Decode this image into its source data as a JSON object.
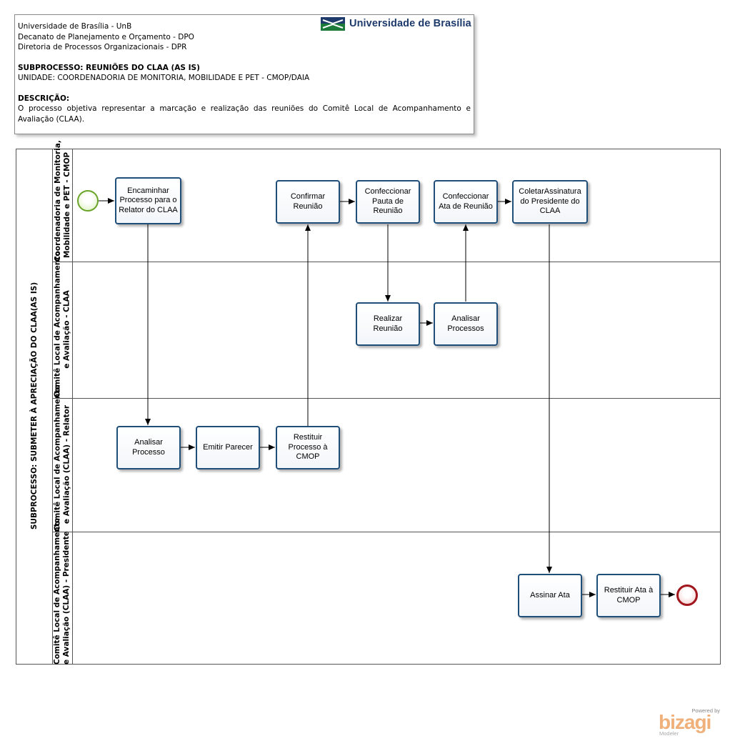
{
  "header": {
    "lines": [
      "Universidade de Brasília - UnB",
      "Decanato de Planejamento e Orçamento - DPO",
      "Diretoria de Processos Organizacionais - DPR"
    ],
    "subprocess_title": "SUBPROCESSO: REUNIÕES DO CLAA (AS IS)",
    "unit": "UNIDADE: COORDENADORIA DE MONITORIA, MOBILIDADE E PET - CMOP/DAIA",
    "description_label": "DESCRIÇÃO:",
    "description": "O processo objetiva representar a marcação e realização das reuniões do Comitê Local de Acompanhamento e Avaliação (CLAA).",
    "logo_text": "Universidade de Brasília"
  },
  "pool": {
    "title": "SUBPROCESSO: SUBMETER À APRECIAÇÃO DO CLAA(AS IS)"
  },
  "lanes": [
    {
      "line1": "Coordenadoria de Monitoria,",
      "line2": "Mobilidade e PET - CMOP"
    },
    {
      "line1": "Comitê Local de Acompanhamento",
      "line2": "e Avaliação - CLAA"
    },
    {
      "line1": "Comitê Local de Acompanhamento",
      "line2": "e Avaliação (CLAA) - Relator"
    },
    {
      "line1": "Comitê Local de Acompanhamento",
      "line2": "e Avaliação (CLAA) - Presidente"
    }
  ],
  "tasks": {
    "encaminhar": "Encaminhar Processo para o Relator do CLAA",
    "confirmar": "Confirmar Reunião",
    "confeccionar_pauta": "Confeccionar Pauta de Reunião",
    "confeccionar_ata": "Confeccionar Ata de Reunião",
    "coletar": "ColetarAssinatura do Presidente do CLAA",
    "realizar": "Realizar Reunião",
    "analisar_processos": "Analisar Processos",
    "analisar_processo": "Analisar Processo",
    "emitir": "Emitir Parecer",
    "restituir_cmop": "Restituir Processo à CMOP",
    "assinar": "Assinar Ata",
    "restituir_ata": "Restituir Ata à CMOP"
  },
  "footer": {
    "powered_by": "Powered by",
    "brand": "bizagi",
    "product": "Modeler"
  },
  "colors": {
    "task_border": "#1f4e79",
    "start_event": "#6aa52a",
    "end_event": "#a0161c",
    "logo": "#1d3a6b"
  }
}
